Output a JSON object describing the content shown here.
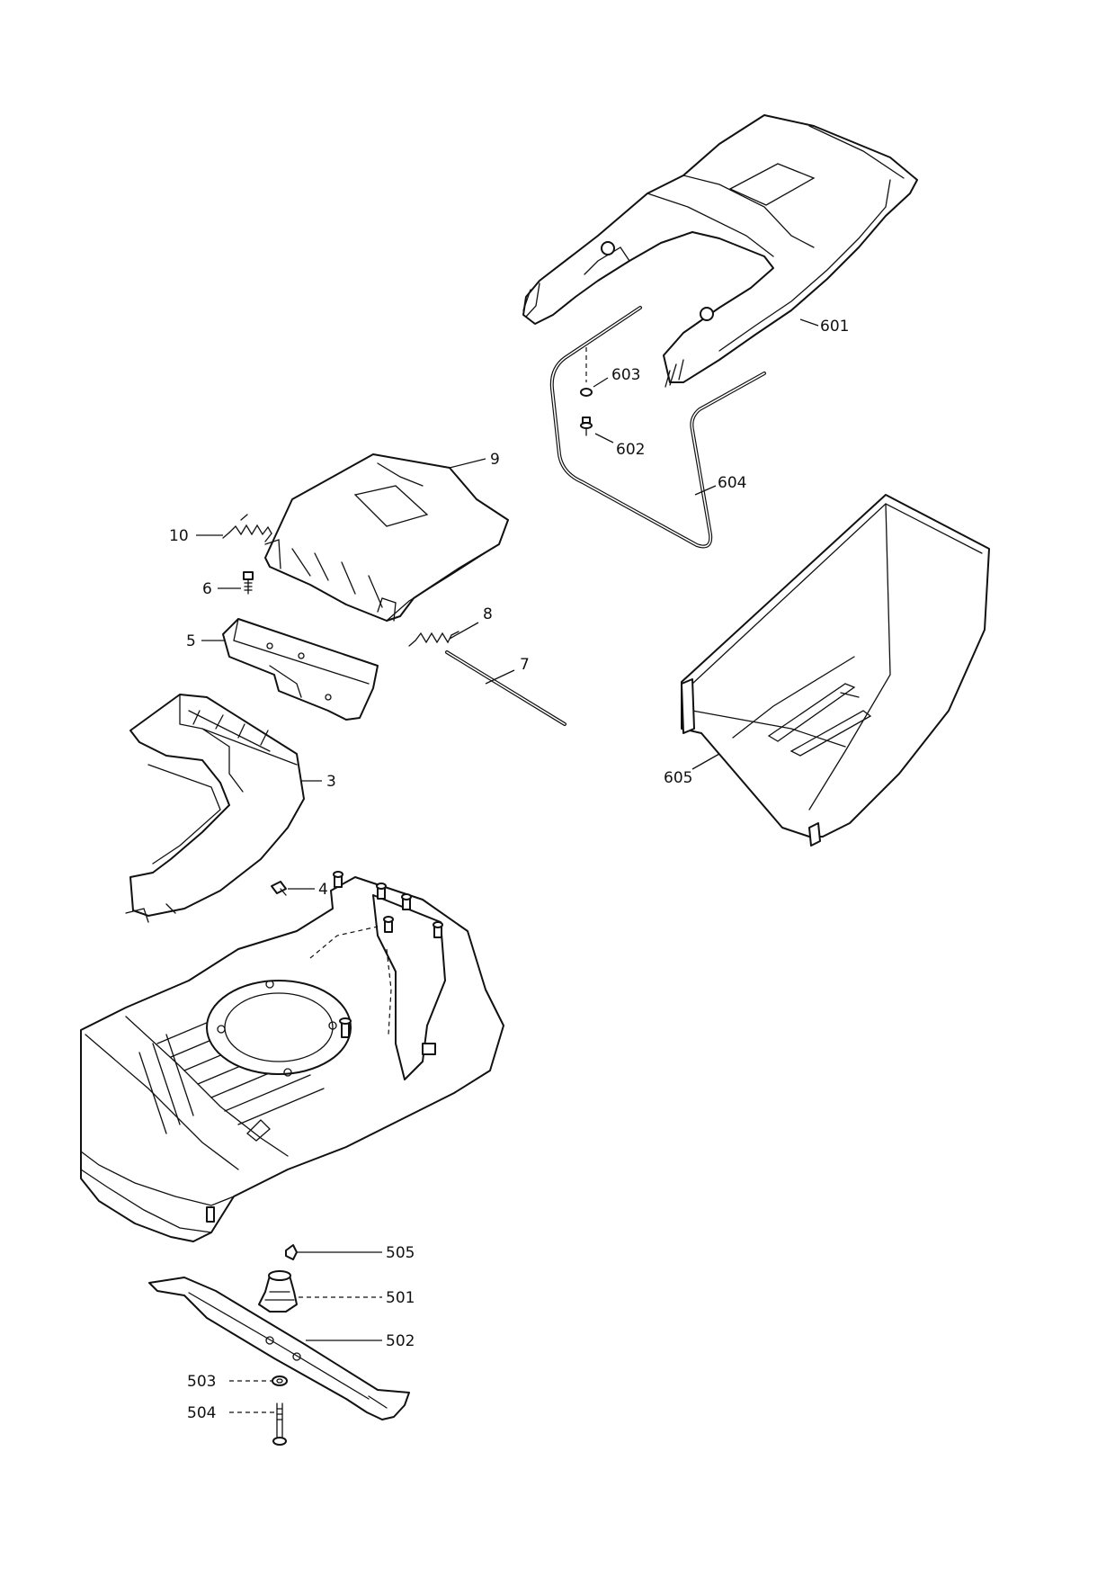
{
  "callouts": {
    "c601": "601",
    "c602": "602",
    "c603": "603",
    "c604": "604",
    "c605": "605",
    "c9": "9",
    "c10": "10",
    "c6": "6",
    "c5": "5",
    "c8": "8",
    "c7": "7",
    "c3": "3",
    "c4": "4",
    "c505": "505",
    "c501": "501",
    "c502": "502",
    "c503": "503",
    "c504": "504"
  }
}
